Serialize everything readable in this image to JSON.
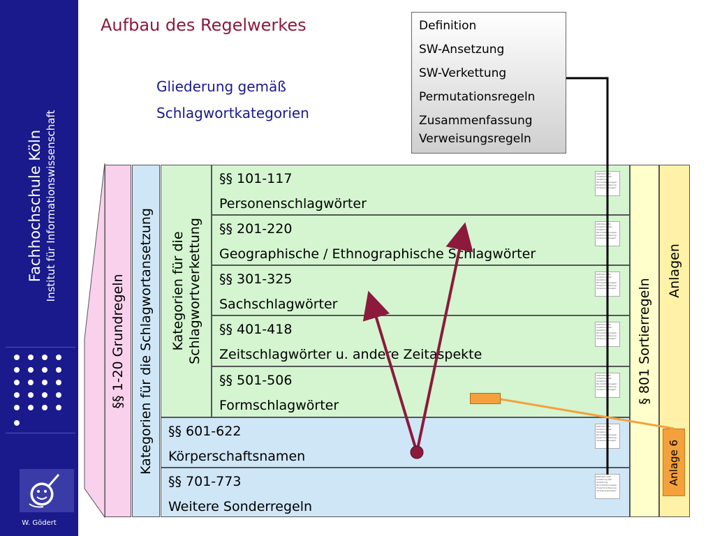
{
  "sidebar": {
    "school": "Fachhochschule Köln",
    "institute": "Institut für Informationswissenschaft",
    "author": "W. Gödert",
    "logo_icon": "smiley-writer-icon"
  },
  "title": "Aufbau des Regelwerkes",
  "subtitle_line1": "Gliederung gemäß",
  "subtitle_line2": "Schlagwortkategorien",
  "definition_box": {
    "items": [
      "Definition",
      "SW-Ansetzung",
      "SW-Verkettung",
      "Permutationsregeln",
      "Zusammenfassung",
      "Verweisungsregeln"
    ]
  },
  "columns": {
    "grundregeln": "§§ 1-20 Grundregeln",
    "ansetzung": "Kategorien für die Schlagwortansetzung",
    "verkettung_line1": "Kategorien für die",
    "verkettung_line2": "Schlagwortverkettung",
    "sortierregeln": "§ 801 Sortierregeln",
    "anlagen": "Anlagen",
    "anlage6": "Anlage 6"
  },
  "rows": [
    {
      "code": "§§ 101-117",
      "label": "Personenschlagwörter"
    },
    {
      "code": "§§ 201-220",
      "label": "Geographische / Ethnographische Schlagwörter"
    },
    {
      "code": "§§ 301-325",
      "label": "Sachschlagwörter"
    },
    {
      "code": "§§ 401-418",
      "label": "Zeitschlagwörter u. andere Zeitaspekte"
    },
    {
      "code": "§§ 501-506",
      "label": "Formschlagwörter"
    },
    {
      "code": "§§ 601-622",
      "label": "Körperschaftsnamen"
    },
    {
      "code": "§§ 701-773",
      "label": "Weitere Sonderregeln"
    }
  ],
  "colors": {
    "sidebar": "#1a1a8c",
    "title": "#8b1a3c",
    "arrow": "#8b1a3c",
    "connector": "#f4a03c"
  }
}
